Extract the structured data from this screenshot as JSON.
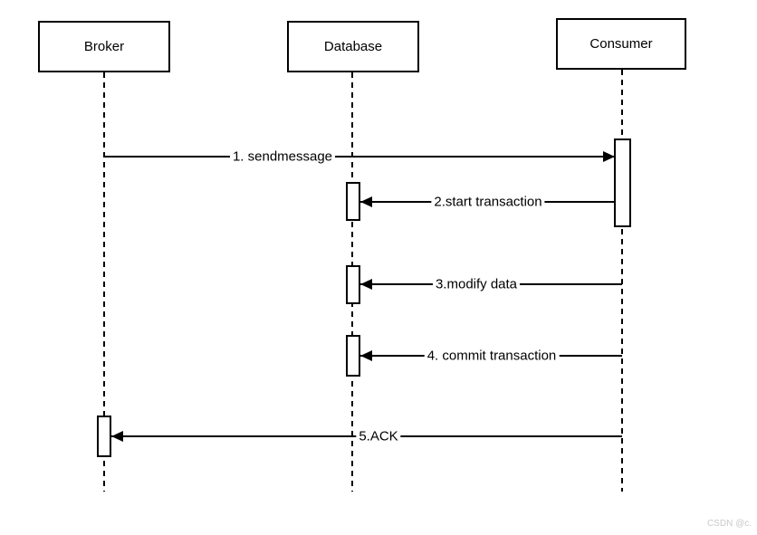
{
  "diagram": {
    "kind": "uml-sequence-diagram",
    "actors": [
      {
        "name": "Broker"
      },
      {
        "name": "Database"
      },
      {
        "name": "Consumer"
      }
    ],
    "messages": [
      {
        "label": "1. sendmessage",
        "from": "Broker",
        "to": "Consumer",
        "direction": "right"
      },
      {
        "label": "2.start transaction",
        "from": "Consumer",
        "to": "Database",
        "direction": "left"
      },
      {
        "label": "3.modify data",
        "from": "Consumer",
        "to": "Database",
        "direction": "left"
      },
      {
        "label": "4. commit transaction",
        "from": "Consumer",
        "to": "Database",
        "direction": "left"
      },
      {
        "label": "5.ACK",
        "from": "Consumer",
        "to": "Broker",
        "direction": "left"
      }
    ],
    "watermark": "CSDN @c.",
    "colors": {
      "line": "#000000",
      "background": "#ffffff",
      "watermark": "#c9c9c9"
    }
  }
}
